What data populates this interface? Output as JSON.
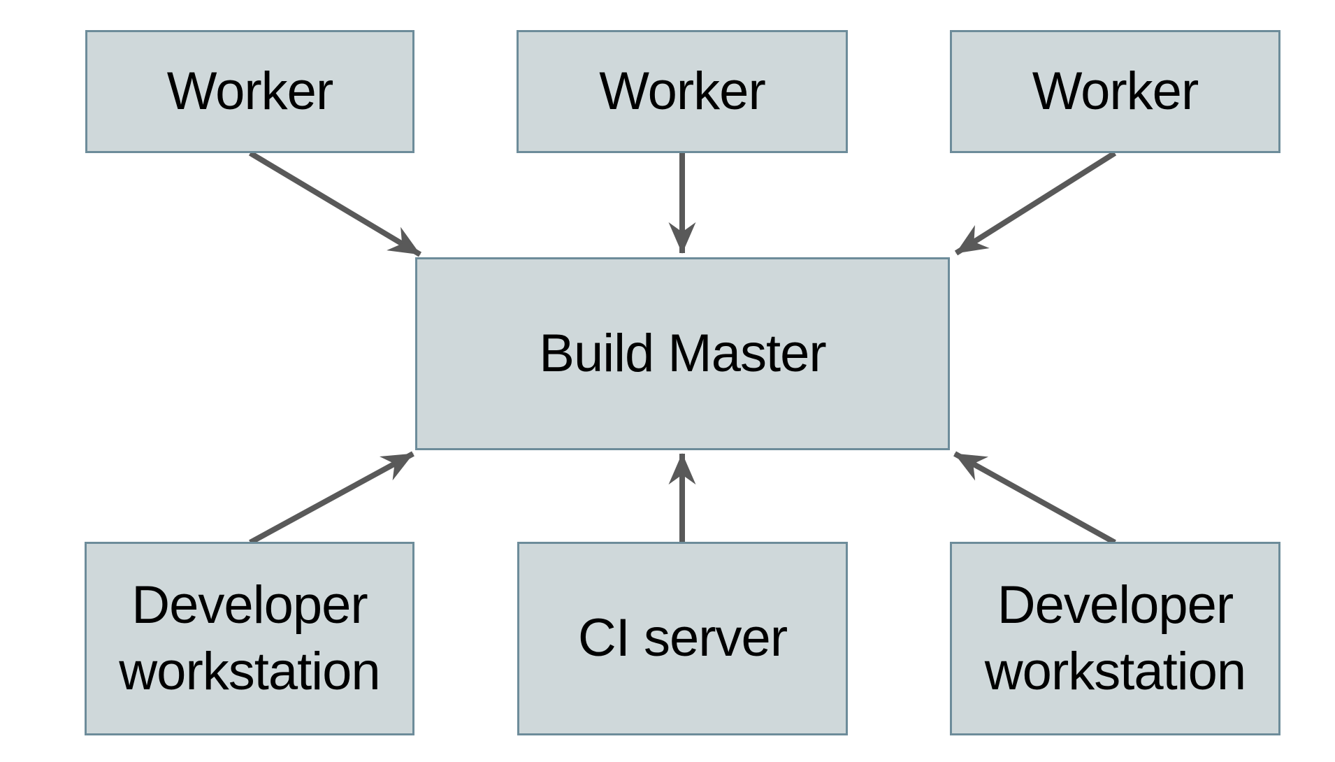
{
  "diagram": {
    "type": "architecture-diagram",
    "nodes": [
      {
        "id": "worker-1",
        "label": "Worker"
      },
      {
        "id": "worker-2",
        "label": "Worker"
      },
      {
        "id": "worker-3",
        "label": "Worker"
      },
      {
        "id": "build-master",
        "label": "Build Master"
      },
      {
        "id": "developer-workstation-left",
        "label": "Developer workstation"
      },
      {
        "id": "ci-server",
        "label": "CI server"
      },
      {
        "id": "developer-workstation-right",
        "label": "Developer workstation"
      }
    ],
    "edges": [
      {
        "from": "worker-1",
        "to": "build-master",
        "direction": "down-right"
      },
      {
        "from": "worker-2",
        "to": "build-master",
        "direction": "down"
      },
      {
        "from": "worker-3",
        "to": "build-master",
        "direction": "down-left"
      },
      {
        "from": "developer-workstation-left",
        "to": "build-master",
        "direction": "up-right"
      },
      {
        "from": "ci-server",
        "to": "build-master",
        "direction": "up"
      },
      {
        "from": "developer-workstation-right",
        "to": "build-master",
        "direction": "up-left"
      }
    ],
    "colors": {
      "node_fill": "#cfd8da",
      "node_border": "#6d8c9a",
      "arrow": "#595959",
      "text": "#000000",
      "background": "#ffffff"
    }
  }
}
